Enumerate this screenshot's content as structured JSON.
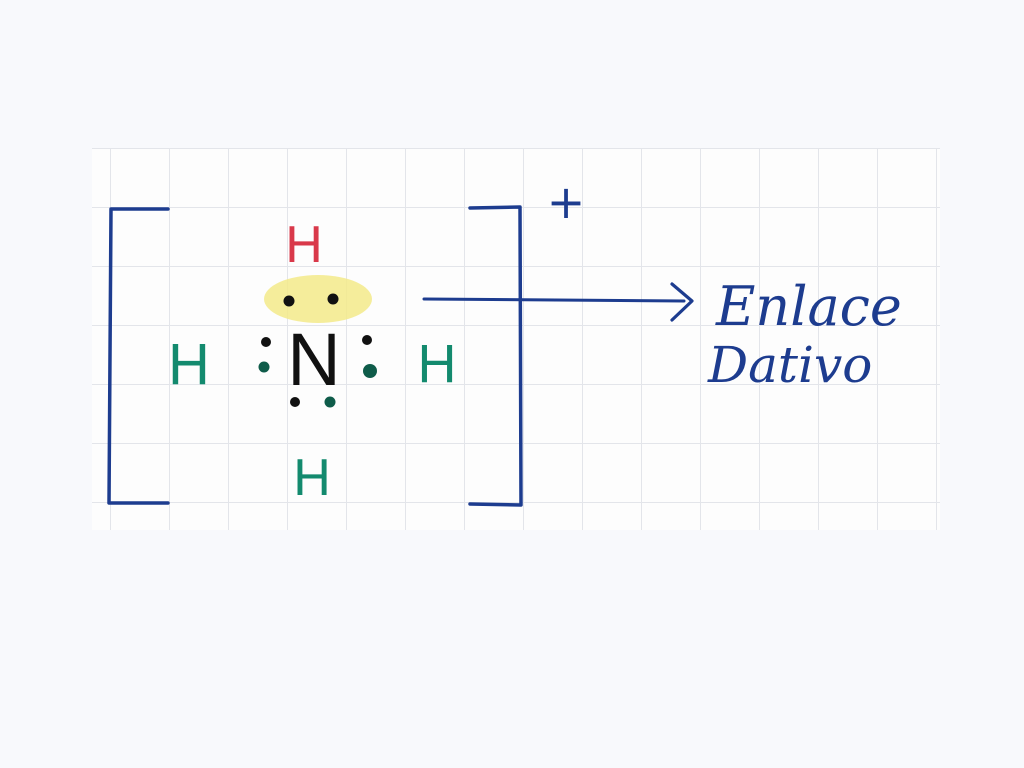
{
  "diagram": {
    "charge": "+",
    "atoms": {
      "center": "N",
      "top": "H",
      "left": "H",
      "right": "H",
      "bottom": "H"
    },
    "annotation": {
      "line1": "Enlace",
      "line2": "Dativo"
    },
    "colors": {
      "ink_blue": "#1d3c8f",
      "ink_black": "#111111",
      "ink_red": "#d9394a",
      "ink_green": "#138a6e",
      "ink_dark_green": "#0f5c4a",
      "highlight_yellow": "#f3ea8a"
    }
  }
}
